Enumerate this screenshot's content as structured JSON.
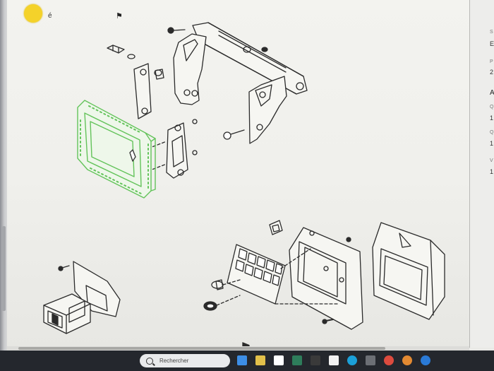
{
  "top_glyph": "é",
  "search": {
    "placeholder": "Rechercher"
  },
  "right_panel": {
    "items": [
      {
        "text": "S",
        "style": "small"
      },
      {
        "text": "E",
        "style": "normal"
      },
      {
        "text": "P",
        "style": "small"
      },
      {
        "text": "2",
        "style": "normal"
      },
      {
        "text": "A",
        "style": "big"
      },
      {
        "text": "Q",
        "style": "small"
      },
      {
        "text": "1",
        "style": "normal"
      },
      {
        "text": "Q",
        "style": "small"
      },
      {
        "text": "1",
        "style": "normal"
      },
      {
        "text": "V",
        "style": "small"
      },
      {
        "text": "1",
        "style": "normal"
      }
    ]
  },
  "taskbar": {
    "apps": [
      {
        "name": "windows-start-icon",
        "color": "#3d8ee6"
      },
      {
        "name": "file-explorer-icon",
        "color": "#e2c04a"
      },
      {
        "name": "calendar-app-icon",
        "color": "#ffffff"
      },
      {
        "name": "terminal-app-icon",
        "color": "#2e7d5b"
      },
      {
        "name": "ms-store-icon",
        "color": "#3a3a3a"
      },
      {
        "name": "paint-app-icon",
        "color": "#f2f2f2"
      },
      {
        "name": "edge-browser-icon",
        "color": "#1ba0d8"
      },
      {
        "name": "photos-app-icon",
        "color": "#6c6f75"
      },
      {
        "name": "chrome-browser-icon",
        "color": "#dd4b3e"
      },
      {
        "name": "chrome-profile-icon",
        "color": "#e38a32"
      },
      {
        "name": "chrome-alt-icon",
        "color": "#2a7ad6"
      }
    ]
  },
  "colors": {
    "drawing_line": "#2b2b2b",
    "highlight": "#63c35a",
    "cursor": "#f4d22a"
  }
}
